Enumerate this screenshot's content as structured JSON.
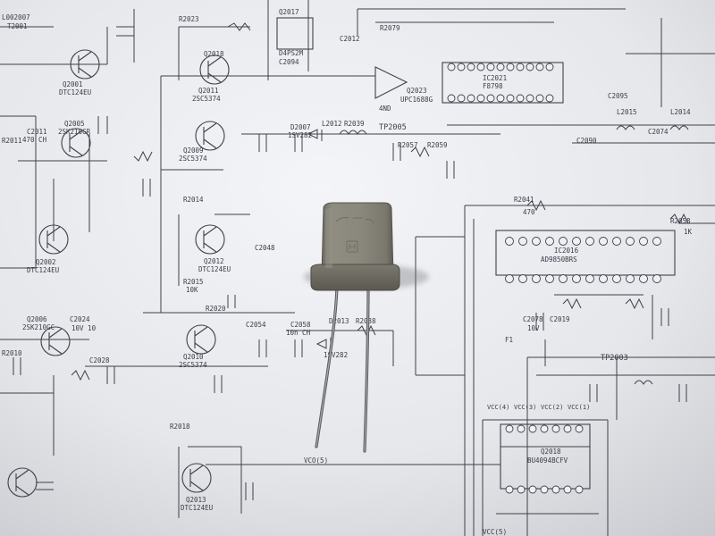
{
  "colors": {
    "paper": "#ebecf0",
    "ink": "#3a3d47",
    "crystal_body": "#8a877c",
    "crystal_shadow": "#5e5c55",
    "lead": "#7a7a7a"
  },
  "labels_top": [
    "L002007",
    "T2001",
    "Q2017",
    "D4PS2M",
    "C2094",
    "R2079",
    "Q2001",
    "DTC124EU",
    "R2023",
    "Q2011",
    "2SC5374",
    "Q2018",
    "C2012",
    "4ND",
    "Q2023",
    "UPC1688G",
    "IC2021",
    "F8798"
  ],
  "labels_mid": [
    "Q2005",
    "2SK210GR",
    "C2011",
    "470 CH",
    "R2011",
    "Q2009",
    "2SC5374",
    "D2007",
    "1SV282",
    "L2012",
    "R2039",
    "TP2005",
    "R2057",
    "R2059",
    "L2015",
    "L2014",
    "C2090",
    "C2074",
    "C2095"
  ],
  "labels_left": [
    "Q2002",
    "DTC124EU",
    "R2014",
    "Q2012",
    "DTC124EU",
    "C2048",
    "R2041",
    "470",
    "R2058",
    "1K",
    "IC2016",
    "AD9850BRS"
  ],
  "labels_low": [
    "Q2006",
    "2SK210GC",
    "C2024",
    "10V 10",
    "R2015",
    "10K",
    "R2020",
    "Q2010",
    "2SC5374",
    "C2054",
    "C2058",
    "10n CH",
    "D2013",
    "1SV282",
    "R2038",
    "TP2003",
    "C2078",
    "10V",
    "R2010",
    "C2019",
    "C2028"
  ],
  "labels_bottom": [
    "R2018",
    "Q2013",
    "DTC124EU",
    "VCC(5)",
    "VCO(5)",
    "Q2018",
    "BU4094BCFV",
    "VCC(4)",
    "VCC(3)",
    "VCC(2)",
    "VCC(1)",
    "F1"
  ]
}
